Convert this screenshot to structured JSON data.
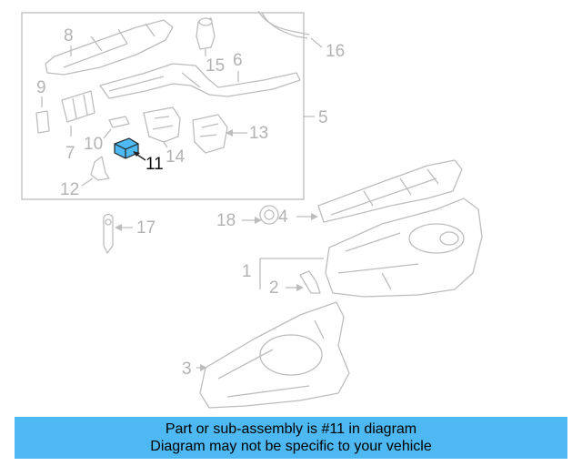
{
  "diagram": {
    "highlight_color": "#4db8f2",
    "labels": {
      "p1": "1",
      "p2": "2",
      "p3": "3",
      "p4": "4",
      "p5": "5",
      "p6": "6",
      "p7": "7",
      "p8": "8",
      "p9": "9",
      "p10": "10",
      "p11": "11",
      "p12": "12",
      "p13": "13",
      "p14": "14",
      "p15": "15",
      "p16": "16",
      "p17": "17",
      "p18": "18"
    },
    "highlighted_part": "11"
  },
  "banner": {
    "line1": "Part or sub-assembly is #11 in diagram",
    "line2": "Diagram may not be specific to your vehicle",
    "background": "#4db8f2"
  }
}
